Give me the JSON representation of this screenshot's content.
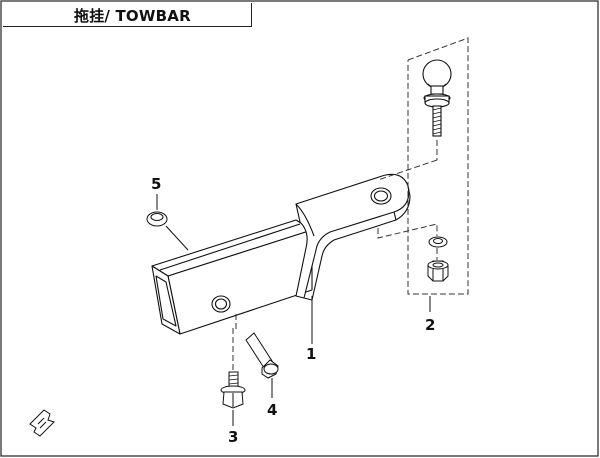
{
  "title": "拖挂/ TOWBAR",
  "callouts": [
    {
      "id": "1",
      "label": "1"
    },
    {
      "id": "2",
      "label": "2"
    },
    {
      "id": "3",
      "label": "3"
    },
    {
      "id": "4",
      "label": "4"
    },
    {
      "id": "5",
      "label": "5"
    }
  ]
}
